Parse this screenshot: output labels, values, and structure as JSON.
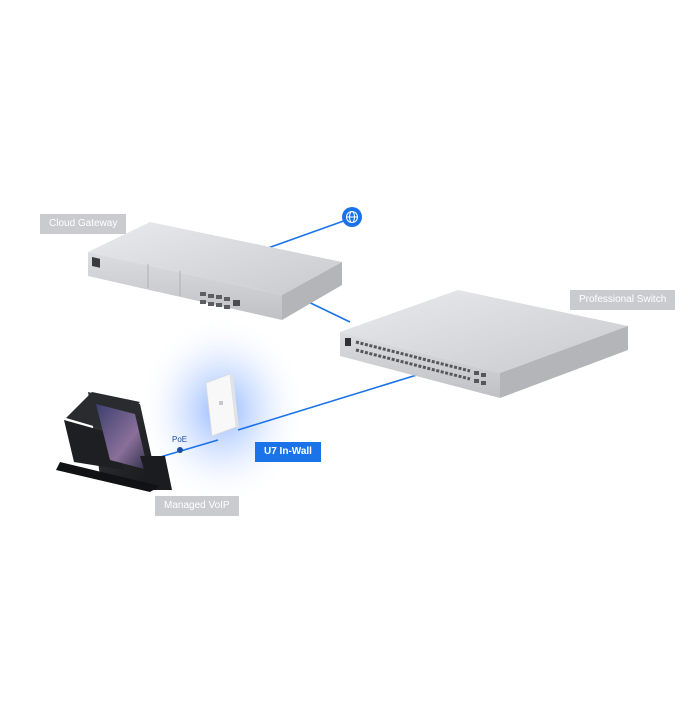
{
  "devices": {
    "cloud_gateway": "Cloud Gateway",
    "professional_switch": "Professional Switch",
    "access_point": "U7 In-Wall",
    "voip_phone": "Managed VoIP"
  },
  "links": {
    "poe_label": "PoE"
  },
  "colors": {
    "link": "#1a73e8",
    "active_label": "#1a73e8",
    "inactive_label": "#c9cbce",
    "glow": "#4a8bff"
  },
  "icons": {
    "internet": "globe-icon"
  }
}
